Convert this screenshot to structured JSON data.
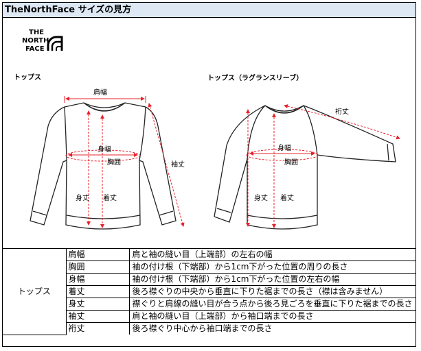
{
  "title": "TheNorthFace サイズの見方",
  "logo": {
    "line1": "THE",
    "line2": "NORTH",
    "line3": "FACE"
  },
  "diagrams": {
    "left_label": "トップス",
    "right_label": "トップス（ラグランスリーブ）",
    "left_marks": {
      "shoulder": "肩幅",
      "chest_width": "身幅",
      "chest": "胸囲",
      "sleeve": "袖丈",
      "body_length": "身丈",
      "total_length": "着丈"
    },
    "right_marks": {
      "yuki": "裄丈",
      "chest_width": "身幅",
      "chest": "胸囲",
      "body_length": "身丈",
      "total_length": "着丈"
    }
  },
  "table": {
    "category": "トップス",
    "rows": [
      {
        "term": "肩幅",
        "desc": "肩と袖の縫い目（上端部）の左右の幅"
      },
      {
        "term": "胸囲",
        "desc": "袖の付け根（下端部）から1cm下がった位置の周りの長さ"
      },
      {
        "term": "身幅",
        "desc": "袖の付け根（下端部）から1cm下がった位置の左右の幅"
      },
      {
        "term": "着丈",
        "desc": "後ろ襟ぐりの中央から垂直に下りた裾までの長さ（襟は含みません）"
      },
      {
        "term": "身丈",
        "desc": "襟ぐりと肩線の縫い目が合う点から後ろ見ごろを垂直に下りた裾までの長さ"
      },
      {
        "term": "袖丈",
        "desc": "肩と袖の縫い目（上端部）から袖口端までの長さ"
      },
      {
        "term": "裄丈",
        "desc": "後ろ襟ぐり中心から袖口端までの長さ"
      }
    ]
  },
  "colors": {
    "title_bg": "#dde8f4",
    "measure": "#e8202a",
    "garment": "#222222"
  }
}
